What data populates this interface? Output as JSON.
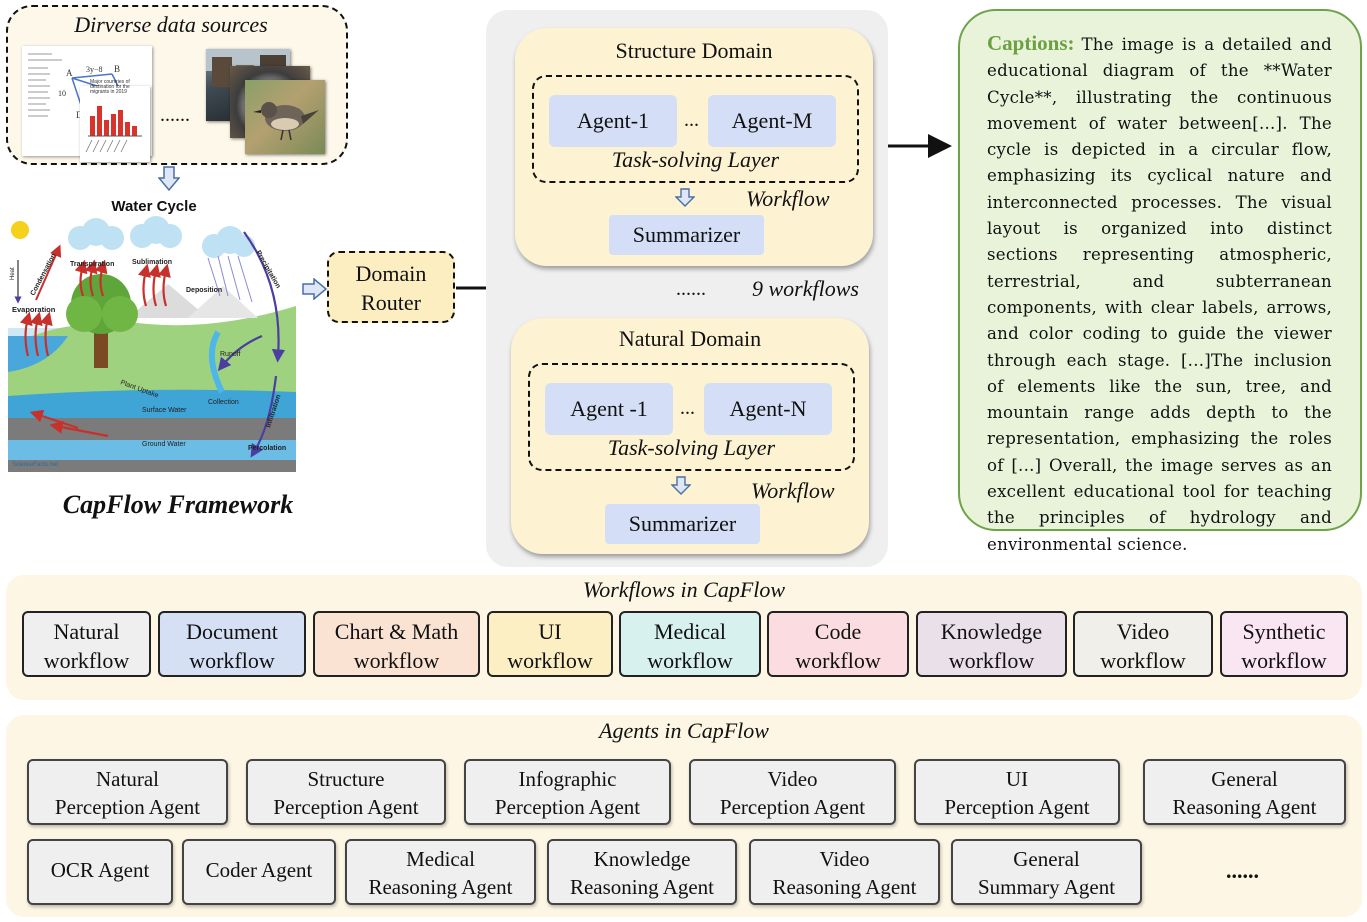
{
  "sources": {
    "title": "Dirverse data sources",
    "ellipsis": "......",
    "doc_snippet": "Major countries of destination for the migrants in 2019"
  },
  "water_cycle": {
    "title": "Water Cycle",
    "labels": {
      "heat": "Heat",
      "condensation": "Condensation",
      "evaporation": "Evaporation",
      "transpiration": "Transpiration",
      "sublimation": "Sublimation",
      "deposition": "Deposition",
      "precipitation": "Precipitation",
      "runoff": "Runoff",
      "plant_uptake": "Plant Uptake",
      "collection": "Collection",
      "surface_water": "Surface Water",
      "infiltration": "Infiltration",
      "ground_water": "Ground Water",
      "percolation": "Percolation",
      "brand": "ScienceFacts.net"
    }
  },
  "framework_title": "CapFlow Framework",
  "router": {
    "line1": "Domain",
    "line2": "Router"
  },
  "structure_domain": {
    "title": "Structure Domain",
    "agent_first": "Agent-1",
    "agent_last": "Agent-M",
    "dots": "...",
    "layer_label": "Task-solving Layer",
    "workflow_label": "Workflow",
    "summarizer": "Summarizer"
  },
  "between": {
    "dots": "......",
    "count_label": "9 workflows"
  },
  "natural_domain": {
    "title": "Natural Domain",
    "agent_first": "Agent -1",
    "agent_last": "Agent-N",
    "dots": "...",
    "layer_label": "Task-solving Layer",
    "workflow_label": "Workflow",
    "summarizer": "Summarizer"
  },
  "captions": {
    "label": "Captions:",
    "text": "The image is a detailed and educational diagram of the **Water Cycle**, illustrating the continuous movement of water between[...]. The cycle is depicted in a circular flow, emphasizing its cyclical nature and interconnected processes. The visual layout is organized into distinct sections representing atmospheric, terrestrial, and subterranean components, with clear labels, arrows, and color coding to guide the viewer through each stage. [...]The inclusion of elements like the sun, tree, and mountain range adds depth to the representation, emphasizing the roles of [...] Overall, the image serves as an excellent educational tool for teaching the principles of hydrology and environmental science."
  },
  "workflows": {
    "title": "Workflows in CapFlow",
    "items": [
      {
        "l1": "Natural",
        "l2": "workflow",
        "color": "#efefef"
      },
      {
        "l1": "Document",
        "l2": "workflow",
        "color": "#d6e0f5"
      },
      {
        "l1": "Chart & Math",
        "l2": "workflow",
        "color": "#fbe3d4"
      },
      {
        "l1": "UI",
        "l2": "workflow",
        "color": "#fdefc4"
      },
      {
        "l1": "Medical",
        "l2": "workflow",
        "color": "#d6f1ee"
      },
      {
        "l1": "Code",
        "l2": "workflow",
        "color": "#fbdde1"
      },
      {
        "l1": "Knowledge",
        "l2": "workflow",
        "color": "#e9e0ea"
      },
      {
        "l1": "Video",
        "l2": "workflow",
        "color": "#f1efea"
      },
      {
        "l1": "Synthetic",
        "l2": "workflow",
        "color": "#f9e6f2"
      }
    ]
  },
  "agents": {
    "title": "Agents in CapFlow",
    "row1": [
      {
        "l1": "Natural",
        "l2": "Perception Agent"
      },
      {
        "l1": "Structure",
        "l2": "Perception Agent"
      },
      {
        "l1": "Infographic",
        "l2": "Perception Agent"
      },
      {
        "l1": "Video",
        "l2": "Perception Agent"
      },
      {
        "l1": "UI",
        "l2": "Perception Agent"
      },
      {
        "l1": "General",
        "l2": "Reasoning Agent"
      }
    ],
    "row2": [
      {
        "l1": "OCR Agent"
      },
      {
        "l1": "Coder Agent"
      },
      {
        "l1": "Medical",
        "l2": "Reasoning Agent"
      },
      {
        "l1": "Knowledge",
        "l2": "Reasoning Agent"
      },
      {
        "l1": "Video",
        "l2": "Reasoning Agent"
      },
      {
        "l1": "General",
        "l2": "Summary Agent"
      }
    ],
    "ellipsis": "......"
  }
}
